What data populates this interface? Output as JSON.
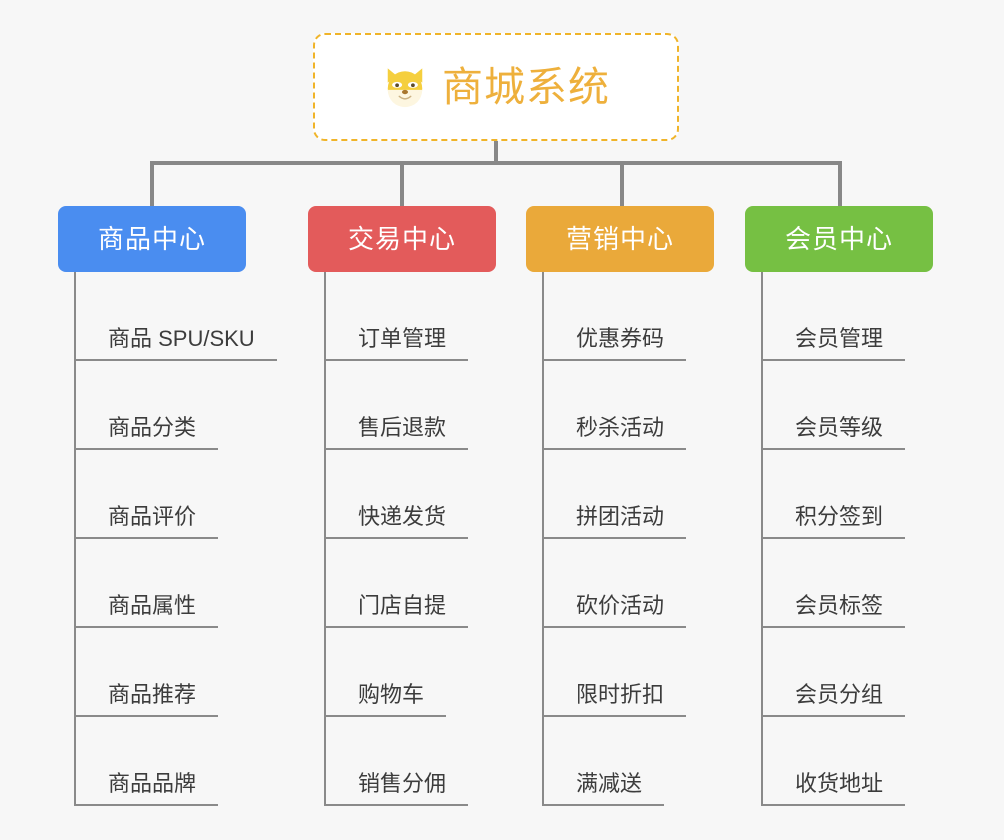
{
  "theme": {
    "background": "#f7f7f7",
    "connector_color": "#888888",
    "leaf_text_color": "#3c3c3c",
    "root_border_color": "#f0b429",
    "root_text_color": "#eeb03c"
  },
  "root": {
    "title": "商城系统",
    "icon": "shiba-dog-face-icon"
  },
  "categories": [
    {
      "label": "商品中心",
      "color": "#4a8df0",
      "items": [
        "商品 SPU/SKU",
        "商品分类",
        "商品评价",
        "商品属性",
        "商品推荐",
        "商品品牌"
      ]
    },
    {
      "label": "交易中心",
      "color": "#e35b5b",
      "items": [
        "订单管理",
        "售后退款",
        "快递发货",
        "门店自提",
        "购物车",
        "销售分佣"
      ]
    },
    {
      "label": "营销中心",
      "color": "#eaa93a",
      "items": [
        "优惠券码",
        "秒杀活动",
        "拼团活动",
        "砍价活动",
        "限时折扣",
        "满减送"
      ]
    },
    {
      "label": "会员中心",
      "color": "#76c043",
      "items": [
        "会员管理",
        "会员等级",
        "积分签到",
        "会员标签",
        "会员分组",
        "收货地址"
      ]
    }
  ]
}
